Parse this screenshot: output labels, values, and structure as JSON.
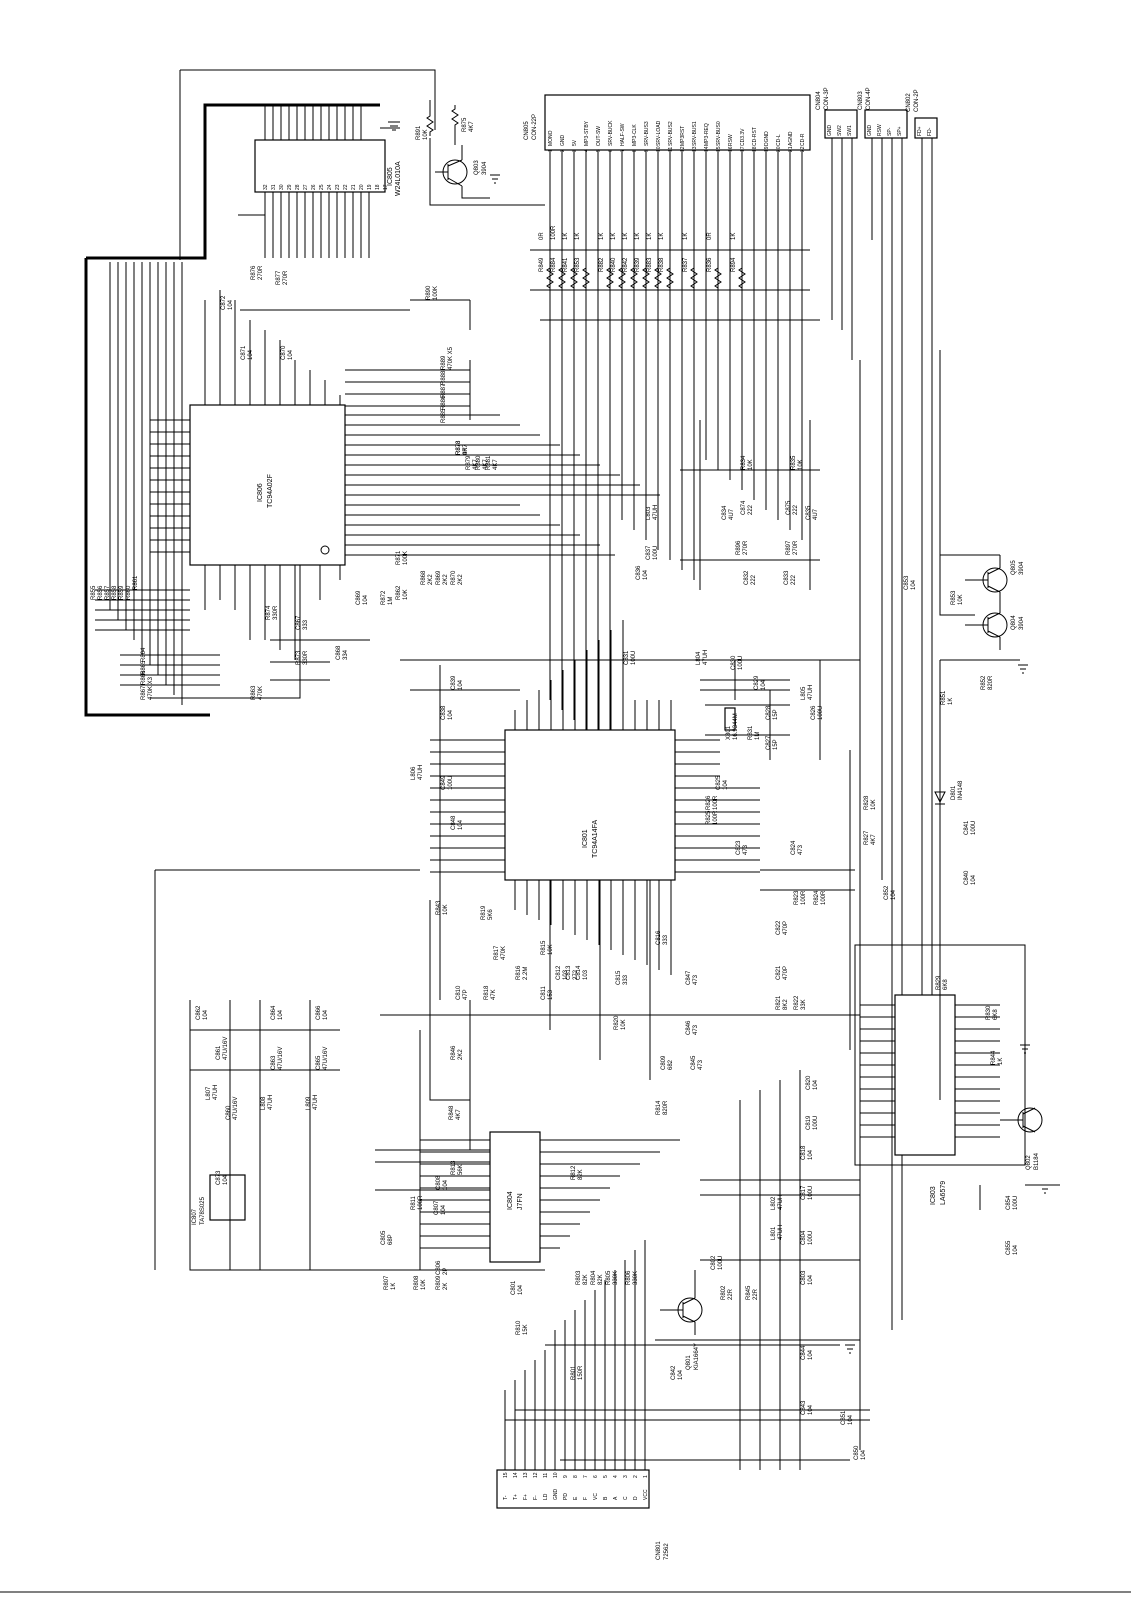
{
  "ics": [
    {
      "ref": "IC805",
      "part": "W24L010A",
      "pins": [
        "32",
        "31",
        "30",
        "29",
        "28",
        "27",
        "26",
        "25",
        "24",
        "23",
        "22",
        "21",
        "20",
        "19",
        "18",
        "17"
      ]
    },
    {
      "ref": "IC806",
      "part": "TC94A02F"
    },
    {
      "ref": "IC801",
      "part": "TC94A14FA"
    },
    {
      "ref": "IC804",
      "part": "J7FN"
    },
    {
      "ref": "IC803",
      "part": "LA6579"
    },
    {
      "ref": "IC807",
      "part": "TA78S025"
    }
  ],
  "connectors": [
    {
      "ref": "CN805",
      "type": "CON-22P",
      "pins": [
        "MONO",
        "GND",
        "5V",
        "MP3-STBY",
        "OUT-SW",
        "SRV-BUCK",
        "HALF-SW",
        "MP3-CLK",
        "SRV-BUS3",
        "SRV-LOAD",
        "SRV-BUS2",
        "MP3RST",
        "SRV-BUS1",
        "MP3-REQ",
        "SRV-BUS0",
        "RSW",
        "CD3.3V",
        "CD-RST",
        "DGND",
        "CD-L",
        "AGND",
        "CD-R"
      ]
    },
    {
      "ref": "CN804",
      "type": "CON-3P",
      "pins": [
        "GND",
        "SW2",
        "SW1"
      ]
    },
    {
      "ref": "CN803",
      "type": "CON-4P",
      "pins": [
        "GND",
        "RSW",
        "SP-",
        "SP+"
      ]
    },
    {
      "ref": "CN802",
      "type": "CON-2P",
      "pins": [
        "FD+",
        "FD-"
      ]
    },
    {
      "ref": "CN801",
      "type": "72562",
      "pins": [
        "T-",
        "T+",
        "F+",
        "F-",
        "LD",
        "GND",
        "PD",
        "E",
        "F",
        "VC",
        "B",
        "A",
        "C",
        "D",
        "VCC"
      ]
    }
  ],
  "cn805_resistors": [
    {
      "ref": "R849",
      "value": "0R"
    },
    {
      "ref": "R884",
      "value": "100R"
    },
    {
      "ref": "R841",
      "value": "1K"
    },
    {
      "ref": "R853",
      "value": "1K"
    },
    {
      "ref": "R882",
      "value": "1K"
    },
    {
      "ref": "R840",
      "value": "1K"
    },
    {
      "ref": "R842",
      "value": "1K"
    },
    {
      "ref": "R839",
      "value": "1K"
    },
    {
      "ref": "R883",
      "value": "1K"
    },
    {
      "ref": "R838",
      "value": "1K"
    },
    {
      "ref": "R837",
      "value": "1K"
    },
    {
      "ref": "R836",
      "value": "0R"
    },
    {
      "ref": "R894",
      "value": "1K"
    }
  ],
  "transistors": [
    {
      "ref": "Q803",
      "part": "3904"
    },
    {
      "ref": "Q805",
      "part": "3904"
    },
    {
      "ref": "Q804",
      "part": "3904"
    },
    {
      "ref": "Q802",
      "part": "B1184"
    },
    {
      "ref": "Q801",
      "part": "KIA1664Y"
    }
  ],
  "components": [
    {
      "ref": "R891",
      "value": "10K"
    },
    {
      "ref": "R875",
      "value": "4K7"
    },
    {
      "ref": "R876",
      "value": "270R"
    },
    {
      "ref": "R877",
      "value": "270R"
    },
    {
      "ref": "C872",
      "value": "104"
    },
    {
      "ref": "C871",
      "value": "104"
    },
    {
      "ref": "C870",
      "value": "104"
    },
    {
      "ref": "R890",
      "value": "100K"
    },
    {
      "ref": "R889",
      "value": "470K X5"
    },
    {
      "ref": "R888",
      "value": ""
    },
    {
      "ref": "R887",
      "value": ""
    },
    {
      "ref": "R886",
      "value": ""
    },
    {
      "ref": "R885",
      "value": ""
    },
    {
      "ref": "R878",
      "value": "4K7"
    },
    {
      "ref": "R879",
      "value": "4K7"
    },
    {
      "ref": "R880",
      "value": "4K7"
    },
    {
      "ref": "R881",
      "value": "4K7"
    },
    {
      "ref": "R874",
      "value": "330R"
    },
    {
      "ref": "R873",
      "value": "330R"
    },
    {
      "ref": "C867",
      "value": "333"
    },
    {
      "ref": "C868",
      "value": "334"
    },
    {
      "ref": "C869",
      "value": "104"
    },
    {
      "ref": "R872",
      "value": "1M"
    },
    {
      "ref": "R862",
      "value": "10K"
    },
    {
      "ref": "R871",
      "value": "100K"
    },
    {
      "ref": "R868",
      "value": "2K2"
    },
    {
      "ref": "R869",
      "value": "2K2"
    },
    {
      "ref": "R870",
      "value": "2K2"
    },
    {
      "ref": "R855",
      "value": ""
    },
    {
      "ref": "R856",
      "value": ""
    },
    {
      "ref": "R857",
      "value": ""
    },
    {
      "ref": "R858",
      "value": ""
    },
    {
      "ref": "R859",
      "value": ""
    },
    {
      "ref": "R860",
      "value": ""
    },
    {
      "ref": "R861",
      "value": ""
    },
    {
      "ref": "R864",
      "value": ""
    },
    {
      "ref": "R865",
      "value": ""
    },
    {
      "ref": "R866",
      "value": ""
    },
    {
      "ref": "R867",
      "value": "470K X3"
    },
    {
      "ref": "R863",
      "value": "470K"
    },
    {
      "ref": "C834",
      "value": "4U7"
    },
    {
      "ref": "C835",
      "value": "4U7"
    },
    {
      "ref": "R834",
      "value": "10K"
    },
    {
      "ref": "R835",
      "value": "10K"
    },
    {
      "ref": "C874",
      "value": "222"
    },
    {
      "ref": "C875",
      "value": "222"
    },
    {
      "ref": "R896",
      "value": "270R"
    },
    {
      "ref": "R897",
      "value": "270R"
    },
    {
      "ref": "C832",
      "value": "222"
    },
    {
      "ref": "C833",
      "value": "222"
    },
    {
      "ref": "L803",
      "value": "47UH"
    },
    {
      "ref": "C837",
      "value": "100U"
    },
    {
      "ref": "C836",
      "value": "104"
    },
    {
      "ref": "C853",
      "value": "104"
    },
    {
      "ref": "R853",
      "value": "10K"
    },
    {
      "ref": "C839",
      "value": "104"
    },
    {
      "ref": "C838",
      "value": "104"
    },
    {
      "ref": "C831",
      "value": "100U"
    },
    {
      "ref": "L804",
      "value": "47UH"
    },
    {
      "ref": "C830",
      "value": "100U"
    },
    {
      "ref": "C829",
      "value": "104"
    },
    {
      "ref": "L805",
      "value": "47UH"
    },
    {
      "ref": "C826",
      "value": "100U"
    },
    {
      "ref": "C828",
      "value": "15P"
    },
    {
      "ref": "C827",
      "value": "15P"
    },
    {
      "ref": "X801",
      "value": "16.9344M"
    },
    {
      "ref": "R831",
      "value": "1M"
    },
    {
      "ref": "R852",
      "value": "820R"
    },
    {
      "ref": "R851",
      "value": "1K"
    },
    {
      "ref": "D801",
      "value": "IN4148"
    },
    {
      "ref": "L806",
      "value": "47UH"
    },
    {
      "ref": "C849",
      "value": "100U"
    },
    {
      "ref": "C848",
      "value": "104"
    },
    {
      "ref": "C825",
      "value": "104"
    },
    {
      "ref": "R826",
      "value": "100R"
    },
    {
      "ref": "R825",
      "value": "100R"
    },
    {
      "ref": "R828",
      "value": "10K"
    },
    {
      "ref": "R827",
      "value": "4K7"
    },
    {
      "ref": "C823",
      "value": "473"
    },
    {
      "ref": "C824",
      "value": "473"
    },
    {
      "ref": "C841",
      "value": "100U"
    },
    {
      "ref": "C840",
      "value": "104"
    },
    {
      "ref": "R878",
      "value": "0R"
    },
    {
      "ref": "R843",
      "value": "10K"
    },
    {
      "ref": "C852",
      "value": "104"
    },
    {
      "ref": "R819",
      "value": "5K6"
    },
    {
      "ref": "R823",
      "value": "100R"
    },
    {
      "ref": "R824",
      "value": "100R"
    },
    {
      "ref": "C822",
      "value": "470P"
    },
    {
      "ref": "C821",
      "value": "470P"
    },
    {
      "ref": "R821",
      "value": "8K2"
    },
    {
      "ref": "R822",
      "value": "33K"
    },
    {
      "ref": "C810",
      "value": "47P"
    },
    {
      "ref": "R818",
      "value": "47K"
    },
    {
      "ref": "R817",
      "value": "470K"
    },
    {
      "ref": "R816",
      "value": "2.2M"
    },
    {
      "ref": "C811",
      "value": "153"
    },
    {
      "ref": "R815",
      "value": "10K"
    },
    {
      "ref": "C812",
      "value": "103"
    },
    {
      "ref": "C813",
      "value": "272"
    },
    {
      "ref": "C814",
      "value": "103"
    },
    {
      "ref": "C815",
      "value": "333"
    },
    {
      "ref": "C816",
      "value": "333"
    },
    {
      "ref": "C847",
      "value": "473"
    },
    {
      "ref": "C846",
      "value": "473"
    },
    {
      "ref": "R820",
      "value": "10K"
    },
    {
      "ref": "R829",
      "value": "6K8"
    },
    {
      "ref": "R830",
      "value": "6K8"
    },
    {
      "ref": "R844",
      "value": "1K"
    },
    {
      "ref": "C862",
      "value": "104"
    },
    {
      "ref": "C861",
      "value": "47U/16V"
    },
    {
      "ref": "L807",
      "value": "47UH"
    },
    {
      "ref": "C860",
      "value": "47U/16V"
    },
    {
      "ref": "C873",
      "value": "104"
    },
    {
      "ref": "C864",
      "value": "104"
    },
    {
      "ref": "C863",
      "value": "47U/16V"
    },
    {
      "ref": "L808",
      "value": "47UH"
    },
    {
      "ref": "C866",
      "value": "104"
    },
    {
      "ref": "C865",
      "value": "47U/16V"
    },
    {
      "ref": "L809",
      "value": "47UH"
    },
    {
      "ref": "R846",
      "value": "2K2"
    },
    {
      "ref": "C809",
      "value": "682"
    },
    {
      "ref": "C845",
      "value": "473"
    },
    {
      "ref": "R848",
      "value": "4K7"
    },
    {
      "ref": "R814",
      "value": "820R"
    },
    {
      "ref": "R812",
      "value": "82K"
    },
    {
      "ref": "R813",
      "value": "56K"
    },
    {
      "ref": "C808",
      "value": "104"
    },
    {
      "ref": "R811",
      "value": "100R"
    },
    {
      "ref": "C807",
      "value": "104"
    },
    {
      "ref": "C805",
      "value": "68P"
    },
    {
      "ref": "R807",
      "value": "1K"
    },
    {
      "ref": "R808",
      "value": "10K"
    },
    {
      "ref": "C806",
      "value": "2P"
    },
    {
      "ref": "R809",
      "value": "2K"
    },
    {
      "ref": "C801",
      "value": "104"
    },
    {
      "ref": "R810",
      "value": "15K"
    },
    {
      "ref": "R803",
      "value": "82K"
    },
    {
      "ref": "R804",
      "value": "82K"
    },
    {
      "ref": "R805",
      "value": "330K"
    },
    {
      "ref": "R806",
      "value": "330K"
    },
    {
      "ref": "C802",
      "value": "100U"
    },
    {
      "ref": "R802",
      "value": "22R"
    },
    {
      "ref": "R845",
      "value": "22R"
    },
    {
      "ref": "C820",
      "value": "104"
    },
    {
      "ref": "C819",
      "value": "100U"
    },
    {
      "ref": "C818",
      "value": "104"
    },
    {
      "ref": "C817",
      "value": "100U"
    },
    {
      "ref": "L802",
      "value": "47UH"
    },
    {
      "ref": "L801",
      "value": "47UH"
    },
    {
      "ref": "C804",
      "value": "100U"
    },
    {
      "ref": "C803",
      "value": "104"
    },
    {
      "ref": "C854",
      "value": "100U"
    },
    {
      "ref": "C855",
      "value": "104"
    },
    {
      "ref": "C844",
      "value": "104"
    },
    {
      "ref": "C842",
      "value": "104"
    },
    {
      "ref": "R801",
      "value": "150R"
    },
    {
      "ref": "C843",
      "value": "104"
    },
    {
      "ref": "C851",
      "value": "104"
    },
    {
      "ref": "C850",
      "value": "104"
    }
  ]
}
